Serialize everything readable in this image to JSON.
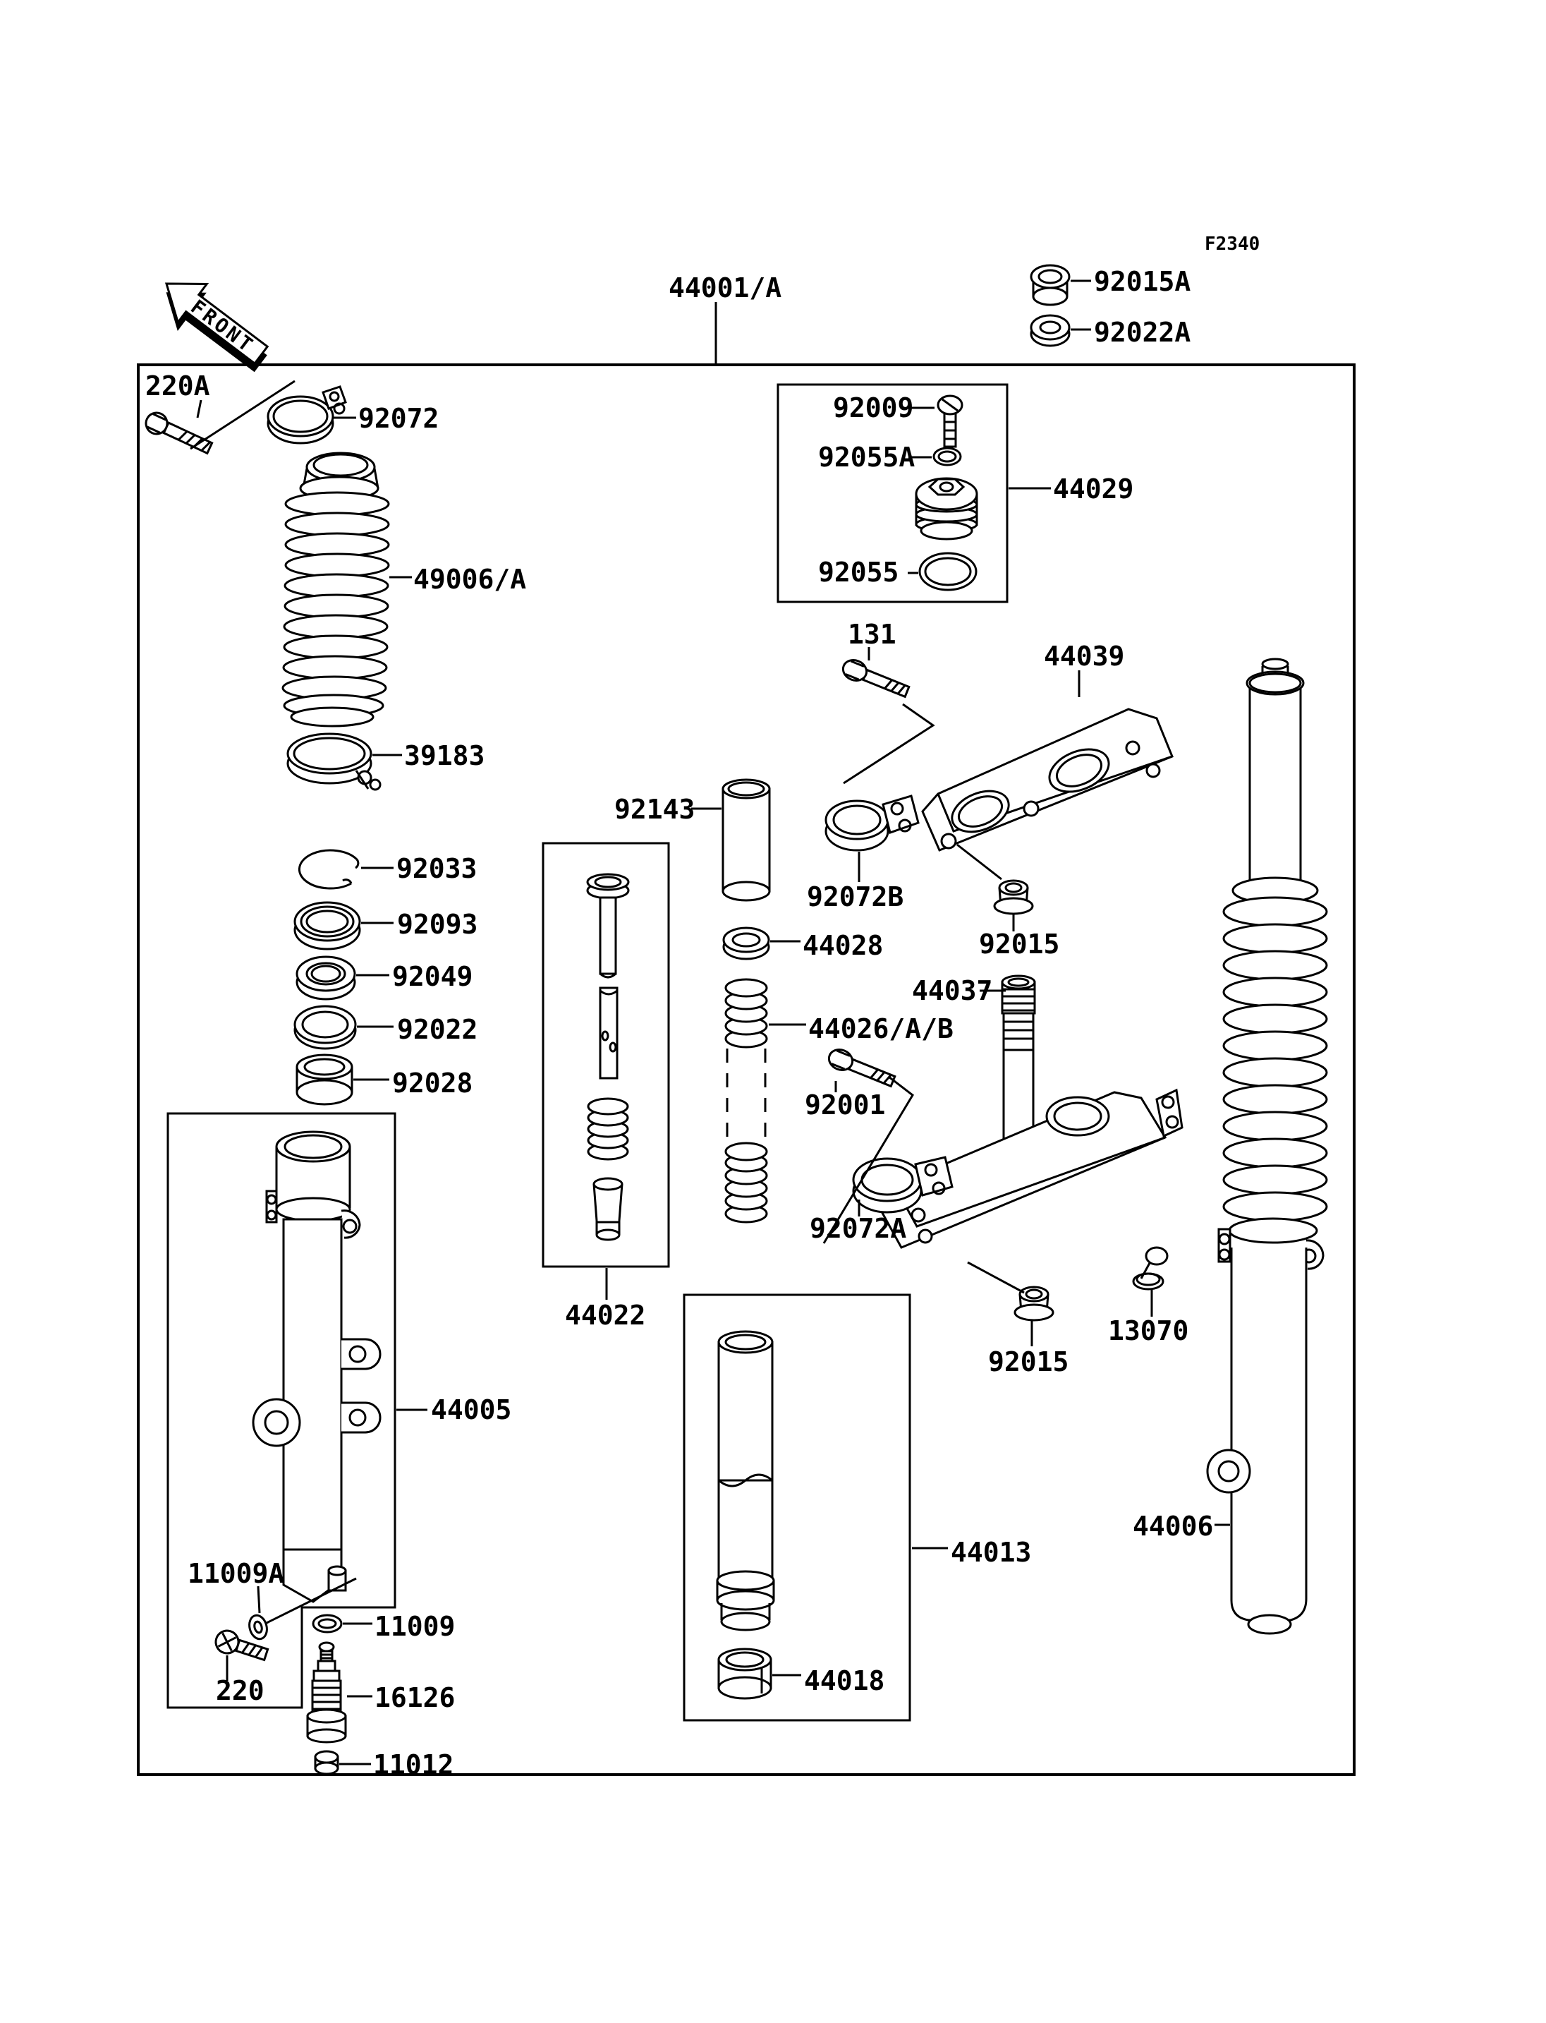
{
  "page": {
    "figure_code": "F2340",
    "front_label": "FRONT"
  },
  "parts": {
    "44001A": "44001/A",
    "92015A": "92015A",
    "92022A": "92022A",
    "220A": "220A",
    "92072": "92072",
    "49006A": "49006/A",
    "39183": "39183",
    "92033": "92033",
    "92093": "92093",
    "92049": "92049",
    "92022": "92022",
    "92028": "92028",
    "44005": "44005",
    "11009A": "11009A",
    "11009": "11009",
    "220": "220",
    "16126": "16126",
    "11012": "11012",
    "44022": "44022",
    "92143": "92143",
    "92072B": "92072B",
    "44028": "44028",
    "44026AB": "44026/A/B",
    "92001": "92001",
    "44037": "44037",
    "92072A": "92072A",
    "92015_lower": "92015",
    "13070": "13070",
    "44013": "44013",
    "44018": "44018",
    "44006": "44006",
    "92009": "92009",
    "92055A": "92055A",
    "44029": "44029",
    "92055": "92055",
    "131": "131",
    "44039": "44039",
    "92015_upper": "92015"
  }
}
